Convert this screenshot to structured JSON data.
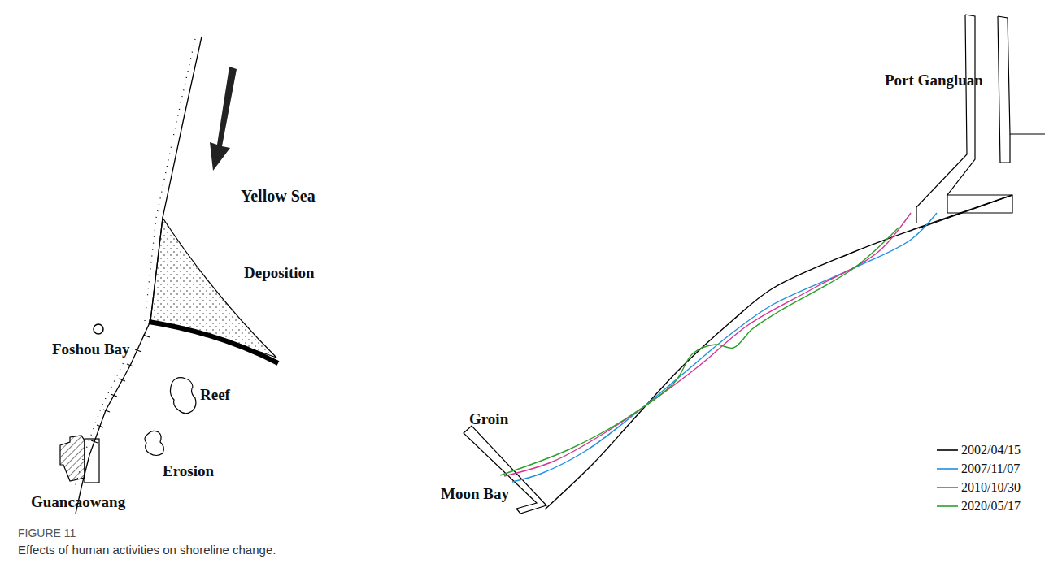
{
  "diagram": {
    "caption": "Effects of human activities on shoreline change.",
    "labels": [
      "Yellow Sea",
      "Deposition",
      "Foshou Bay",
      "Reef",
      "Erosion",
      "Guancaowang",
      "Port Gangluan",
      "Groin",
      "Moon Bay",
      "FIGURE 11"
    ],
    "legend": [
      {
        "text": "2002/04/15"
      },
      {
        "text": "2007/11/07"
      },
      {
        "text": "2010/10/30"
      },
      {
        "text": "2020/05/17"
      }
    ]
  }
}
